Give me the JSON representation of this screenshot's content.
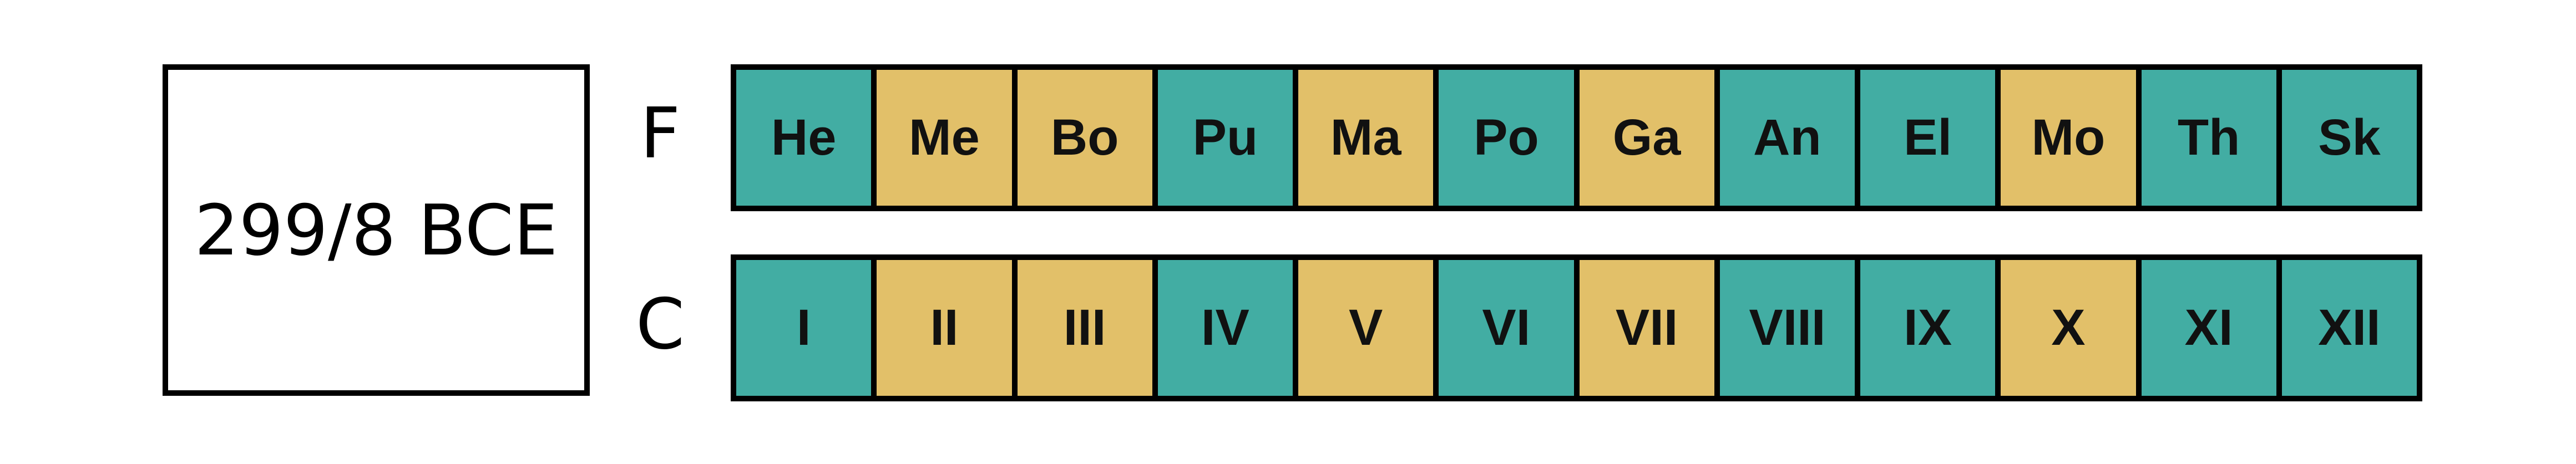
{
  "year_label": "299/8 BCE",
  "colors": {
    "teal": "#42ada3",
    "gold": "#e2c069",
    "border": "#000000"
  },
  "rows": [
    {
      "label": "F",
      "cells": [
        {
          "text": "He",
          "color": "teal"
        },
        {
          "text": "Me",
          "color": "gold"
        },
        {
          "text": "Bo",
          "color": "gold"
        },
        {
          "text": "Pu",
          "color": "teal"
        },
        {
          "text": "Ma",
          "color": "gold"
        },
        {
          "text": "Po",
          "color": "teal"
        },
        {
          "text": "Ga",
          "color": "gold"
        },
        {
          "text": "An",
          "color": "teal"
        },
        {
          "text": "El",
          "color": "teal"
        },
        {
          "text": "Mo",
          "color": "gold"
        },
        {
          "text": "Th",
          "color": "teal"
        },
        {
          "text": "Sk",
          "color": "teal"
        }
      ]
    },
    {
      "label": "C",
      "cells": [
        {
          "text": "I",
          "color": "teal"
        },
        {
          "text": "II",
          "color": "gold"
        },
        {
          "text": "III",
          "color": "gold"
        },
        {
          "text": "IV",
          "color": "teal"
        },
        {
          "text": "V",
          "color": "gold"
        },
        {
          "text": "VI",
          "color": "teal"
        },
        {
          "text": "VII",
          "color": "gold"
        },
        {
          "text": "VIII",
          "color": "teal"
        },
        {
          "text": "IX",
          "color": "teal"
        },
        {
          "text": "X",
          "color": "gold"
        },
        {
          "text": "XI",
          "color": "teal"
        },
        {
          "text": "XII",
          "color": "teal"
        }
      ]
    }
  ]
}
